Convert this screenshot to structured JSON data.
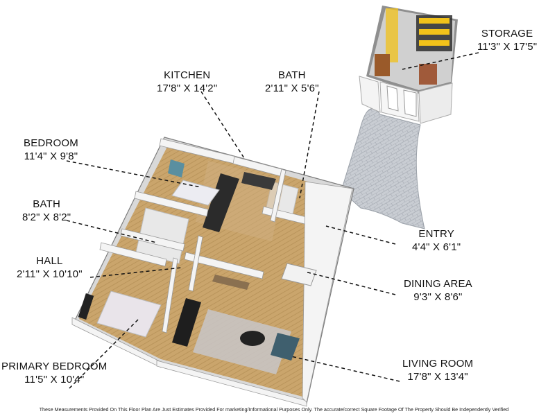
{
  "rooms": [
    {
      "name": "STORAGE",
      "dims": "11'3\" X 17'5\""
    },
    {
      "name": "KITCHEN",
      "dims": "17'8\" X 14'2\""
    },
    {
      "name": "BATH",
      "dims": "2'11\" X 5'6\""
    },
    {
      "name": "BEDROOM",
      "dims": "11'4\" X 9'8\""
    },
    {
      "name": "BATH",
      "dims": "8'2\" X 8'2\""
    },
    {
      "name": "ENTRY",
      "dims": "4'4\" X 6'1\""
    },
    {
      "name": "HALL",
      "dims": "2'11\" X 10'10\""
    },
    {
      "name": "DINING AREA",
      "dims": "9'3\" X 8'6\""
    },
    {
      "name": "PRIMARY BEDROOM",
      "dims": "11'5\" X 10'4\""
    },
    {
      "name": "LIVING ROOM",
      "dims": "17'8\" X 13'4\""
    }
  ],
  "disclaimer": "These Measurements Provided On This Floor Plan Are Just Estimates Provided For marketing/Informational Purposes Only. The accurate/correct Square Footage Of The Property Should Be Independently Verified",
  "colors": {
    "floor_wood": "#c9a46b",
    "wall": "#f2f2f2",
    "wall_edge": "#8c8c8c",
    "tile": "#c8ccd2",
    "storage_shelf": "#f2c21a",
    "label_text": "#111111"
  }
}
